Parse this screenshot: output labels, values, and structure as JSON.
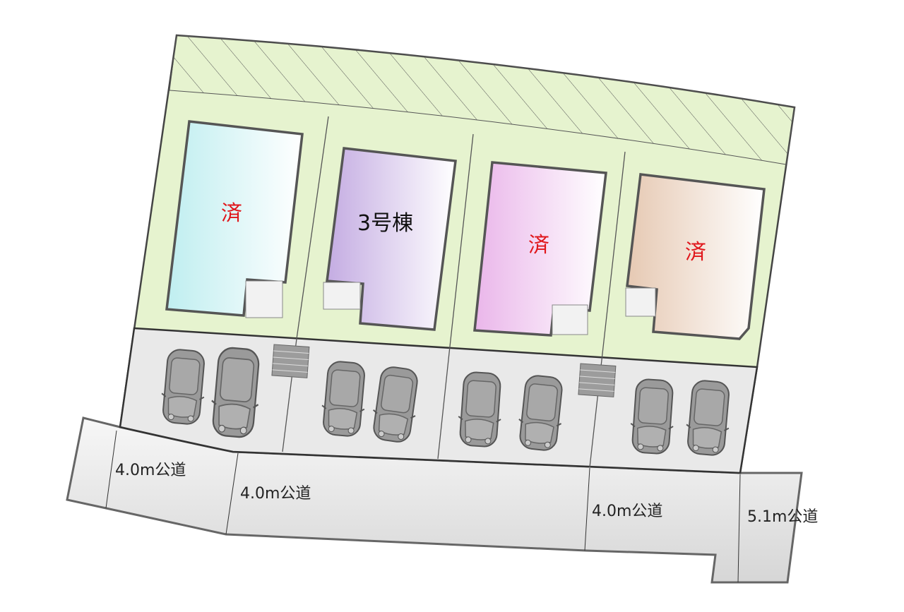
{
  "houses": [
    {
      "label": "済",
      "status": "sold",
      "label_color": "#e0161b",
      "fill": "#bfeef0"
    },
    {
      "label": "3号棟",
      "status": "available",
      "label_color": "#111111",
      "fill": "#c4ace2"
    },
    {
      "label": "済",
      "status": "sold",
      "label_color": "#e0161b",
      "fill": "#eab6ea"
    },
    {
      "label": "済",
      "status": "sold",
      "label_color": "#e0161b",
      "fill": "#e6c9b3"
    }
  ],
  "roads": [
    {
      "label": "4.0m公道"
    },
    {
      "label": "4.0m公道"
    },
    {
      "label": "4.0m公道"
    },
    {
      "label": "5.1m公道"
    }
  ],
  "colors": {
    "lot_green": "#e6f3cf",
    "parking_gray": "#e9e9e9",
    "road_gray": "#e3e3e3",
    "outline": "#444444"
  }
}
